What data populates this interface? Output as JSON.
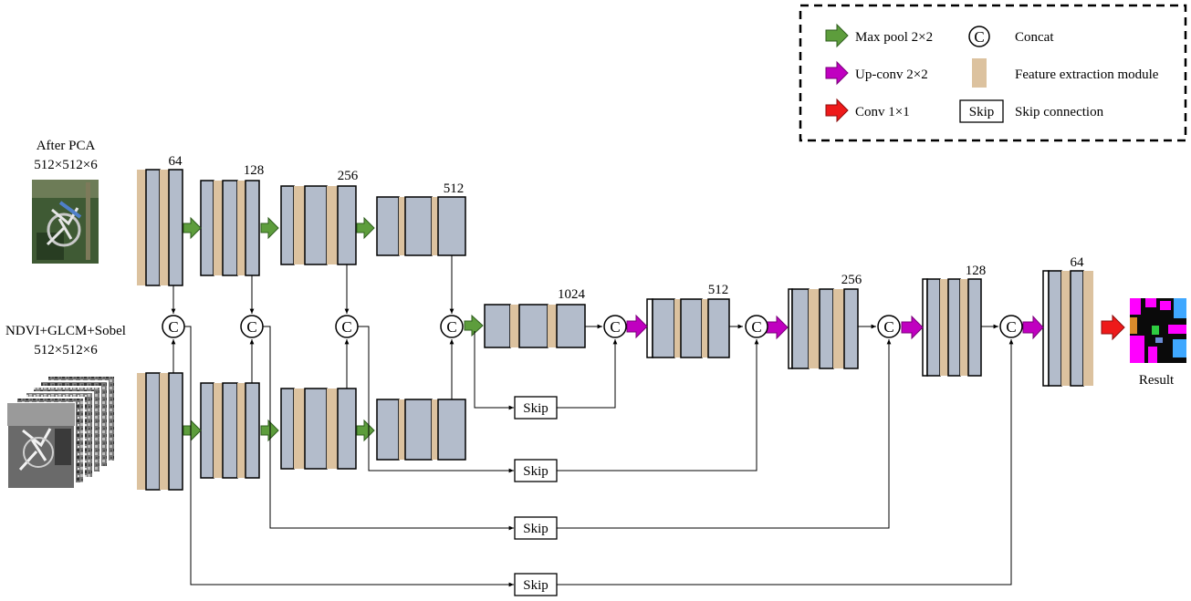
{
  "inputs": {
    "pca_title": "After PCA",
    "pca_dims": "512×512×6",
    "ndvi_title": "NDVI+GLCM+Sobel",
    "ndvi_dims": "512×512×6"
  },
  "channels": {
    "enc1": "64",
    "enc2": "128",
    "enc3": "256",
    "enc4": "512",
    "bottleneck": "1024",
    "dec1": "512",
    "dec2": "256",
    "dec3": "128",
    "dec4": "64"
  },
  "concat_symbol": "C",
  "skip_label": "Skip",
  "output_label": "Result",
  "legend": {
    "maxpool": "Max pool 2×2",
    "upconv": "Up-conv 2×2",
    "conv": "Conv 1×1",
    "concat_symbol": "C",
    "concat": "Concat",
    "feature": "Feature extraction module",
    "skip_box": "Skip",
    "skip": "Skip connection"
  },
  "colors": {
    "feature_map": "#b3bccb",
    "feature_module": "#dcc29f",
    "maxpool_arrow": "#5d9d3c",
    "upconv_arrow": "#c000c0",
    "conv_arrow": "#ee1a1a"
  }
}
